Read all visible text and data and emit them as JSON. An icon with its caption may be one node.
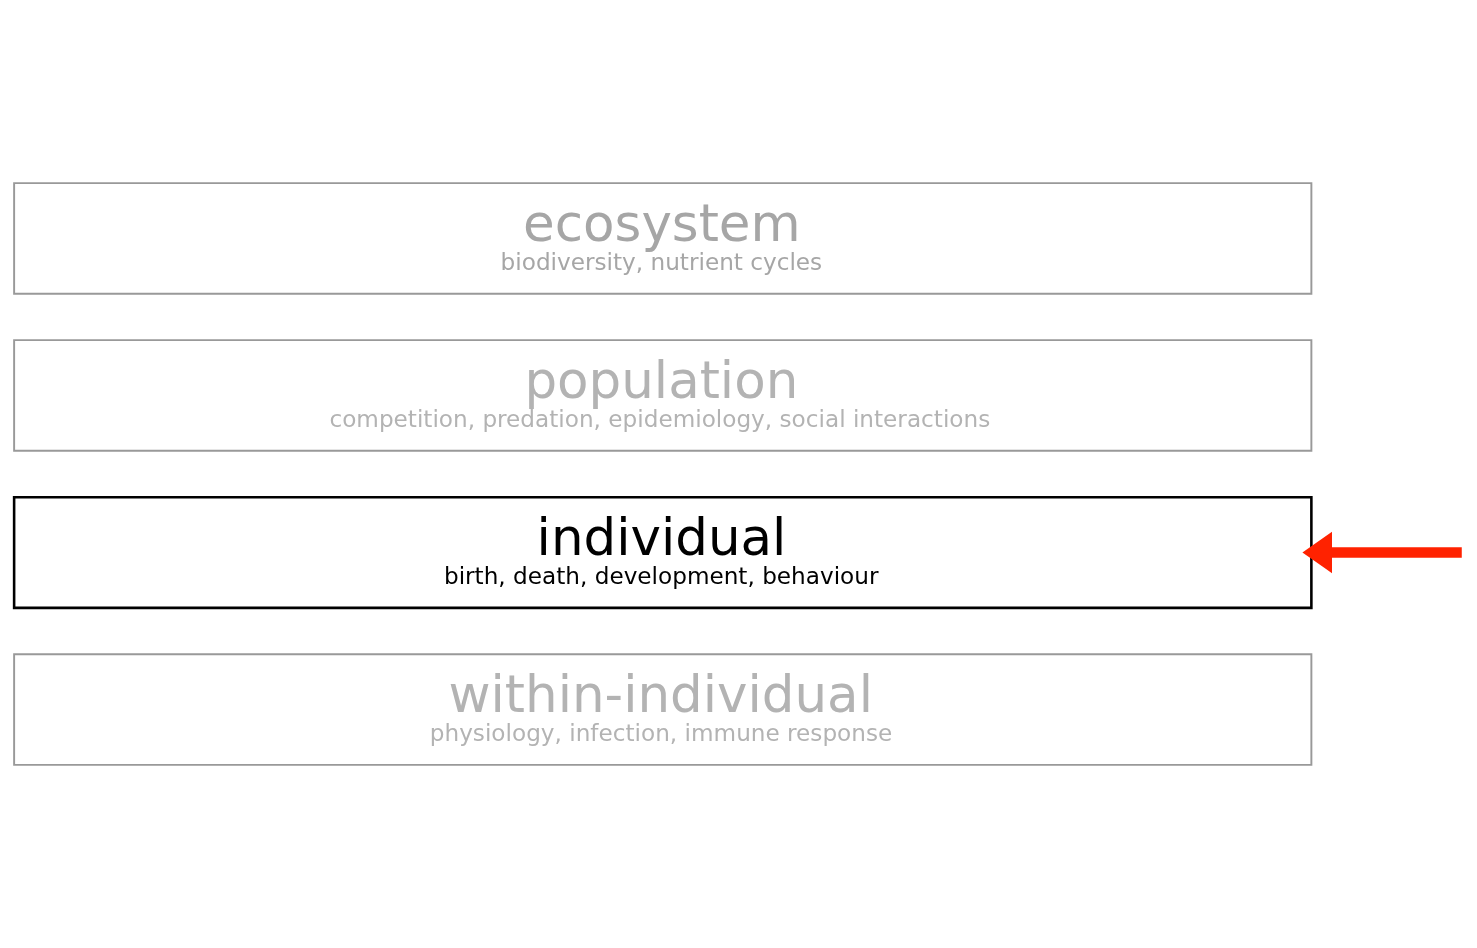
{
  "diagram": {
    "nodes": [
      {
        "text": [
          "ecosystem",
          "biodiversity, nutrient cycles"
        ]
      },
      {
        "text": [
          "population",
          "competition, predation, epidemiology, social interactions"
        ]
      },
      {
        "text": [
          "individual",
          "birth, death, development, behaviour"
        ]
      },
      {
        "text": [
          "within-individual",
          "physiology, infection, immune response"
        ]
      }
    ],
    "edges": [
      {
        "from": null,
        "to": 2,
        "arrow": "to",
        "color": "#ff2200"
      }
    ]
  }
}
